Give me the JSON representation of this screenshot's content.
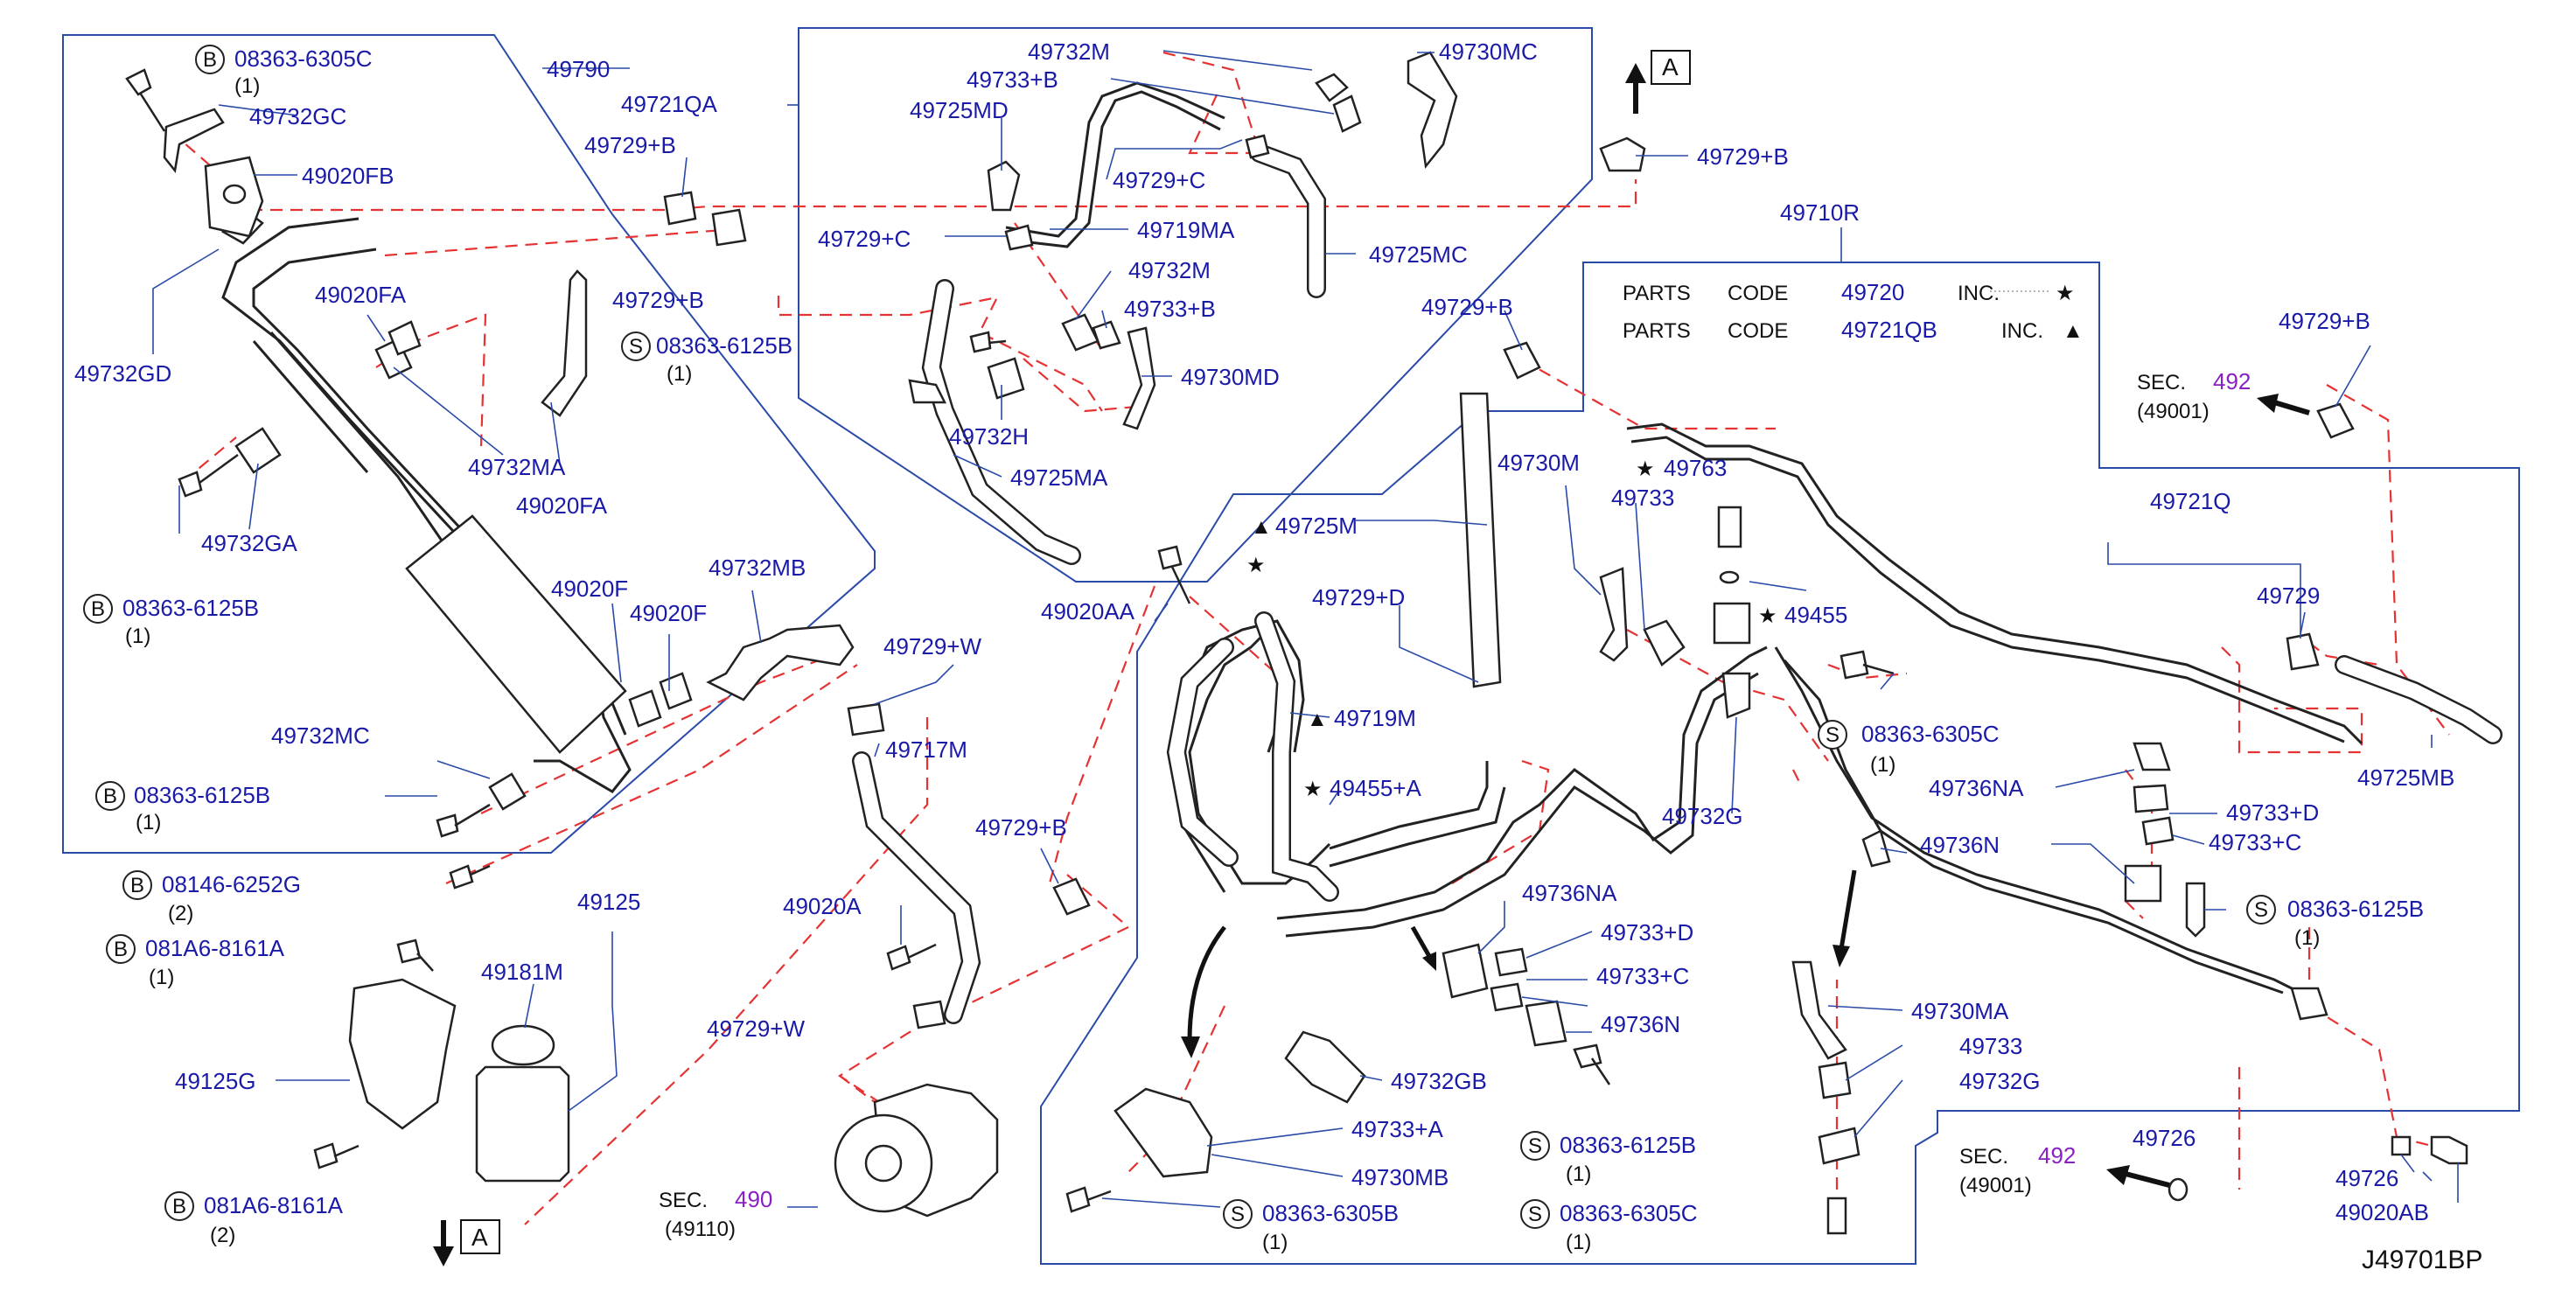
{
  "diagram_id": "J49701BP",
  "colors": {
    "label": "#1a1aa8",
    "dash": "#e63232",
    "frame": "#2a4aa8",
    "section": "#8a1fc4",
    "ink": "#222222"
  },
  "labels": {
    "p49790": "49790",
    "b08363_6305C": "08363-6305C",
    "q1a": "(1)",
    "p49732GC": "49732GC",
    "p49020FB": "49020FB",
    "p49732GD": "49732GD",
    "p49020FA_1": "49020FA",
    "p49020FA_2": "49020FA",
    "p49732MA": "49732MA",
    "p49732GA": "49732GA",
    "b08363_6125B_1": "08363-6125B",
    "q1b": "(1)",
    "p49020F_1": "49020F",
    "p49020F_2": "49020F",
    "p49732MB": "49732MB",
    "p49732MC": "49732MC",
    "b08363_6125B_2": "08363-6125B",
    "q1c": "(1)",
    "p49721QA": "49721QA",
    "p49729B_1": "49729+B",
    "p49729B_2": "49729+B",
    "p49732M_1": "49732M",
    "p49733B_1": "49733+B",
    "p49730MC": "49730MC",
    "p49725MD": "49725MD",
    "p49729C_1": "49729+C",
    "p49729C_2": "49729+C",
    "p49719MA": "49719MA",
    "p49725MC": "49725MC",
    "p49732M_2": "49732M",
    "p49733B_2": "49733+B",
    "p49730MD": "49730MD",
    "s08363_6125B_1": "08363-6125B",
    "q1d": "(1)",
    "p49732H": "49732H",
    "p49725MA": "49725MA",
    "arrow_A_top": "A",
    "p49729B_3": "49729+B",
    "p49710R": "49710R",
    "parts1": "PARTS",
    "code1": "CODE",
    "p49720": "49720",
    "inc1": "INC.",
    "parts2": "PARTS",
    "code2": "CODE",
    "p49721QB": "49721QB",
    "inc2": "INC.",
    "p49729B_4": "49729+B",
    "p49729B_5": "49729+B",
    "sec492_1": "SEC.",
    "sec492_1n": "492",
    "sec492_1s": "(49001)",
    "p49730M": "49730M",
    "p49763": "49763",
    "p49733_1": "49733",
    "p49725M": "49725M",
    "p49729D": "49729+D",
    "p49455": "49455",
    "p49721Q": "49721Q",
    "p49729": "49729",
    "p49020AA": "49020AA",
    "p49729W_1": "49729+W",
    "p49719M": "49719M",
    "s08363_6305C_1": "08363-6305C",
    "q1e": "(1)",
    "p49725MB": "49725MB",
    "p49717M": "49717M",
    "p49455A": "49455+A",
    "p49732G_1": "49732G",
    "p49736NA_1": "49736NA",
    "p49733D_1": "49733+D",
    "p49733C_1": "49733+C",
    "p49729B_6": "49729+B",
    "p49736N_1": "49736N",
    "s08363_6125B_2": "08363-6125B",
    "q1f": "(1)",
    "b08146_6252G": "08146-6252G",
    "q2a": "(2)",
    "p49020A": "49020A",
    "p49736NA_2": "49736NA",
    "p49733D_2": "49733+D",
    "p49125": "49125",
    "b081A6_8161A_1": "081A6-8161A",
    "q1g": "(1)",
    "p49181M": "49181M",
    "p49733C_2": "49733+C",
    "p49730MA": "49730MA",
    "p49736N_2": "49736N",
    "p49733_2": "49733",
    "p49729W_2": "49729+W",
    "p49125G": "49125G",
    "p49732GB": "49732GB",
    "p49732G_2": "49732G",
    "p49733A": "49733+A",
    "s08363_6125B_3": "08363-6125B",
    "q1h": "(1)",
    "p49726_1": "49726",
    "sec492_2": "SEC.",
    "sec492_2n": "492",
    "sec492_2s": "(49001)",
    "p49726_2": "49726",
    "p49730MB": "49730MB",
    "b081A6_8161A_2": "081A6-8161A",
    "q2b": "(2)",
    "p49020AB": "49020AB",
    "sec490": "SEC.",
    "sec490n": "490",
    "sec490s": "(49110)",
    "s08363_6305B": "08363-6305B",
    "q1i": "(1)",
    "s08363_6305C_2": "08363-6305C",
    "q1j": "(1)",
    "arrow_A_bottom": "A",
    "code_id": "J49701BP"
  },
  "circle_letters": {
    "B": "B",
    "S": "S"
  },
  "symbols": {
    "star": "★",
    "triangle": "▲"
  }
}
